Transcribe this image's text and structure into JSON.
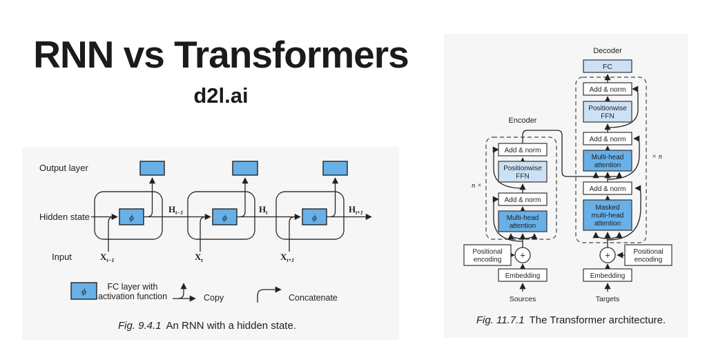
{
  "page": {
    "title": "RNN vs Transformers",
    "subtitle": "d2l.ai"
  },
  "colors": {
    "box_blue": "#68b0e8",
    "box_blue_light": "#cde1f6",
    "panel_bg": "#f6f6f7",
    "line": "#222222"
  },
  "rnn": {
    "row_labels": {
      "output": "Output layer",
      "hidden": "Hidden state",
      "input": "Input"
    },
    "phi": "ϕ",
    "hidden_labels": [
      {
        "base": "H",
        "sub": "t−1"
      },
      {
        "base": "H",
        "sub": "t"
      },
      {
        "base": "H",
        "sub": "t+1"
      }
    ],
    "input_labels": [
      {
        "base": "X",
        "sub": "t−1"
      },
      {
        "base": "X",
        "sub": "t"
      },
      {
        "base": "X",
        "sub": "t+1"
      }
    ],
    "legend": {
      "fc_line1": "FC layer with",
      "fc_line2": "activation function",
      "copy": "Copy",
      "concatenate": "Concatenate"
    },
    "caption_fig": "Fig. 9.4.1",
    "caption_text": "An RNN with a hidden state."
  },
  "transformer": {
    "decoder_label": "Decoder",
    "encoder_label": "Encoder",
    "fc": "FC",
    "add_norm": "Add & norm",
    "ffn_line1": "Positionwise",
    "ffn_line2": "FFN",
    "mha_line1": "Multi-head",
    "mha_line2": "attention",
    "masked_line1": "Masked",
    "masked_line2": "multi-head",
    "masked_line3": "attention",
    "n_times": "n ×",
    "times_n": "× n",
    "pos_enc_line1": "Positional",
    "pos_enc_line2": "encoding",
    "embedding": "Embedding",
    "plus": "+",
    "sources": "Sources",
    "targets": "Targets",
    "caption_fig": "Fig. 11.7.1",
    "caption_text": "The Transformer architecture."
  }
}
